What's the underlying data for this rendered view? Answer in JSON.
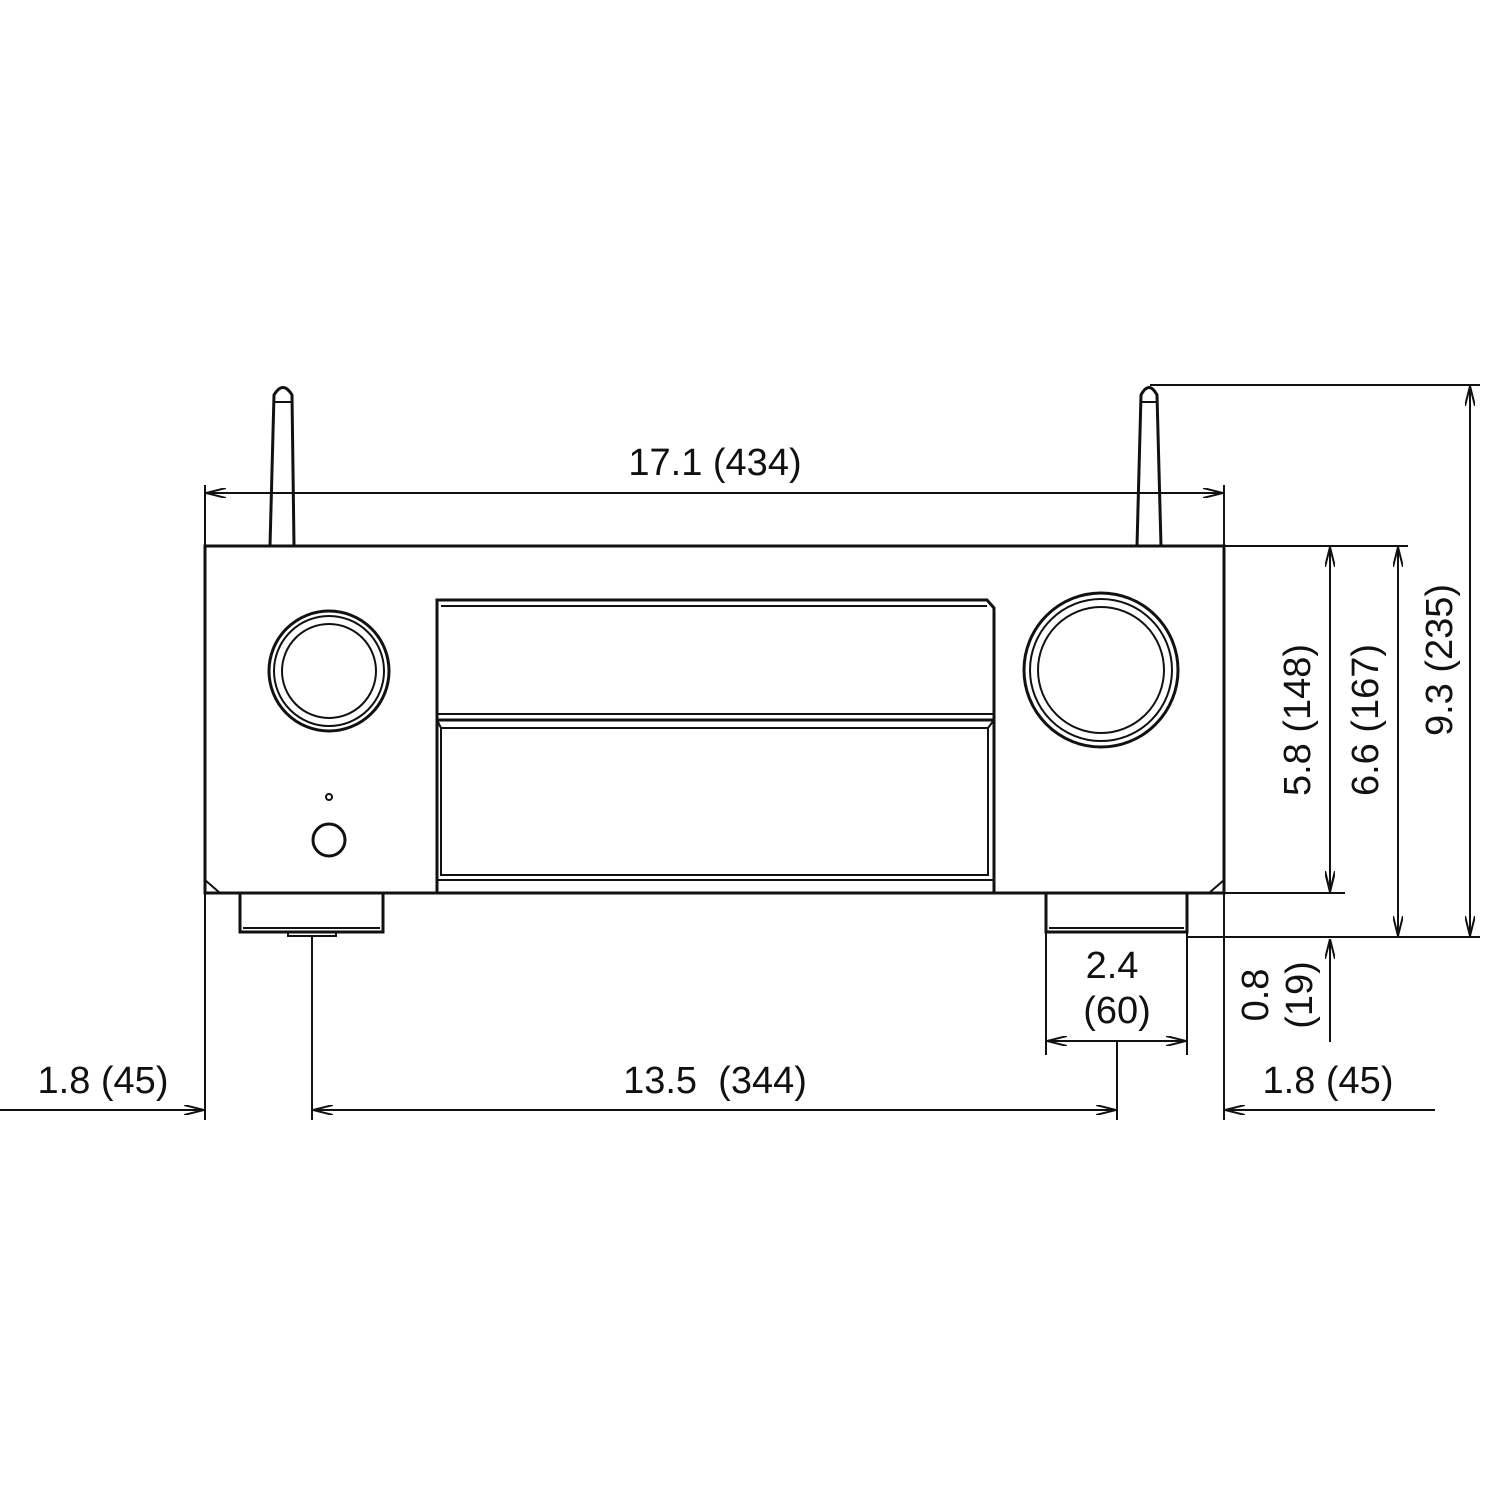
{
  "dimensions": {
    "overall_width": "17.1 (434)",
    "body_height": "5.8 (148)",
    "height_with_feet": "6.6 (167)",
    "height_with_antennas": "9.3 (235)",
    "foot_height_value": "0.8",
    "foot_height_metric": "(19)",
    "foot_width_value": "2.4",
    "foot_width_metric": "(60)",
    "left_foot_offset": "1.8 (45)",
    "foot_spacing": "13.5  (344)",
    "right_foot_offset": "1.8 (45)"
  },
  "colors": {
    "line": "#111111",
    "background": "#ffffff"
  }
}
